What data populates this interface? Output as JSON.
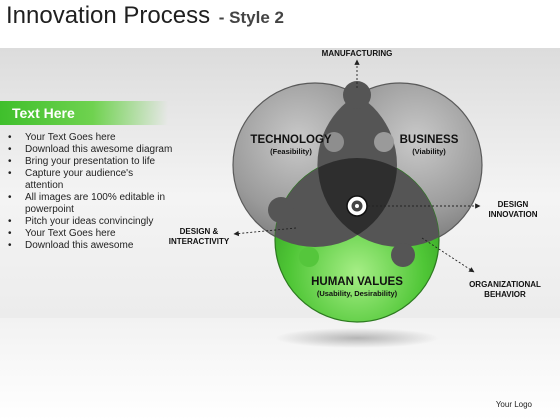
{
  "title": {
    "main": "Innovation Process",
    "sub": "- Style 2"
  },
  "sidebar": {
    "heading": "Text Here",
    "bullets": [
      "Your Text Goes here",
      "Download this awesome diagram",
      "Bring your presentation to life",
      "Capture your audience's attention",
      "All images are 100% editable in powerpoint",
      "Pitch your ideas convincingly",
      "Your Text Goes here",
      "Download this awesome"
    ]
  },
  "diagram": {
    "technology": {
      "title": "TECHNOLOGY",
      "sub": "(Feasibility)"
    },
    "business": {
      "title": "BUSINESS",
      "sub": "(Viability)"
    },
    "human_values": {
      "title": "HUMAN VALUES",
      "sub": "(Usability, Desirability)"
    },
    "manufacturing": "MANUFACTURING",
    "design_interactivity": [
      "DESIGN &",
      "INTERACTIVITY"
    ],
    "design_innovation": [
      "DESIGN",
      "INNOVATION"
    ],
    "organizational_behavior": [
      "ORGANIZATIONAL",
      "BEHAVIOR"
    ]
  },
  "colors": {
    "accent_green": "#3fbf2c",
    "circle_gray": "#8c8c8c",
    "overlap_dark": "#3d3d3d"
  },
  "footer": {
    "logo": "Your Logo"
  }
}
